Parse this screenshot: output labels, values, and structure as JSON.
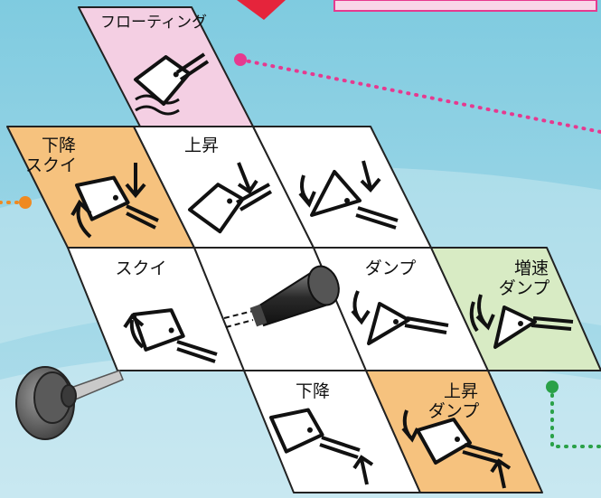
{
  "cells": {
    "floating": {
      "label": "フローティング"
    },
    "lower_scoop": {
      "line1": "下降",
      "line2": "スクイ"
    },
    "raise": {
      "label": "上昇"
    },
    "unlabeled_dump": {
      "label": ""
    },
    "scoop": {
      "label": "スクイ"
    },
    "center": {
      "label": ""
    },
    "dump": {
      "label": "ダンプ"
    },
    "boost_dump": {
      "line1": "増速",
      "line2": "ダンプ"
    },
    "lower": {
      "label": "下降"
    },
    "raise_dump": {
      "line1": "上昇",
      "line2": "ダンプ"
    }
  },
  "icons": [
    "bucket-floating-icon",
    "bucket-lower-scoop-icon",
    "bucket-raise-icon",
    "bucket-dump-icon",
    "bucket-scoop-icon",
    "joystick-knob-icon",
    "bucket-boost-dump-icon",
    "bucket-lower-icon",
    "bucket-raise-dump-icon",
    "joystick-lever-icon"
  ],
  "colors": {
    "background_top": "#7fcbe0",
    "background_bottom": "#b7e0ec",
    "floating_cell": "#f4cfe3",
    "orange_cell": "#f6c27e",
    "green_cell": "#d8ebc4",
    "white_cell": "#ffffff",
    "accent_pink": "#e6398f",
    "accent_orange": "#ef8a21",
    "accent_green": "#2aa148",
    "arrow_red": "#e5243b"
  }
}
